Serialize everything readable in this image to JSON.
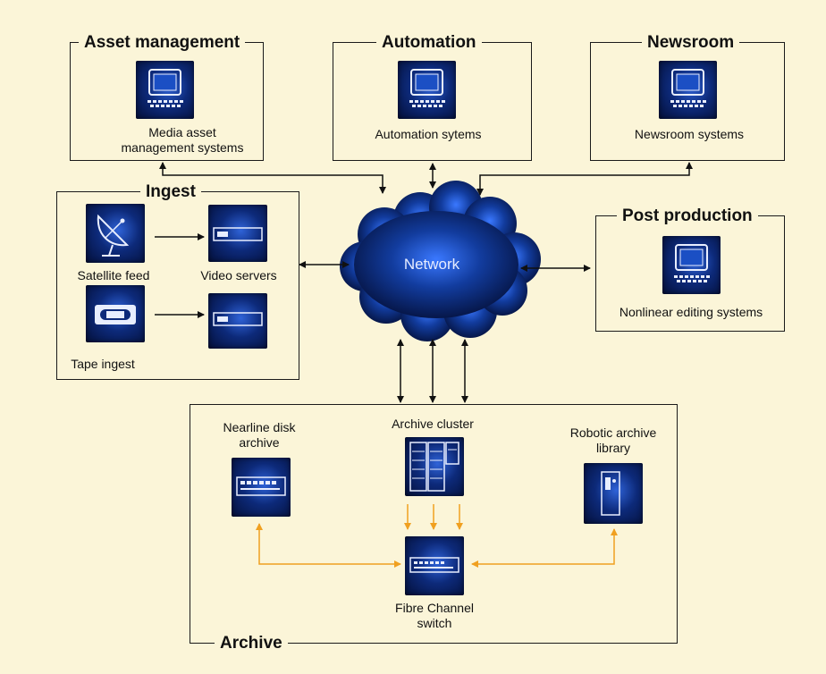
{
  "groups": {
    "asset_management": "Asset management",
    "automation": "Automation",
    "newsroom": "Newsroom",
    "ingest": "Ingest",
    "post_production": "Post production",
    "archive": "Archive"
  },
  "nodes": {
    "media_asset": [
      "Media asset",
      "management systems"
    ],
    "automation_systems": "Automation sytems",
    "newsroom_systems": "Newsroom systems",
    "satellite_feed": "Satellite feed",
    "video_servers": "Video servers",
    "tape_ingest": "Tape ingest",
    "network": "Network",
    "nonlinear_editing": "Nonlinear editing systems",
    "nearline_disk": [
      "Nearline disk",
      "archive"
    ],
    "archive_cluster": "Archive cluster",
    "robotic_archive": [
      "Robotic archive",
      "library"
    ],
    "fibre_channel": [
      "Fibre Channel",
      "switch"
    ]
  },
  "icons": {
    "workstation": "computer-workstation-icon",
    "satellite": "satellite-dish-icon",
    "tape": "videotape-icon",
    "server": "video-server-icon",
    "disk": "disk-array-icon",
    "cluster": "server-rack-icon",
    "robot": "tape-library-icon",
    "switch": "network-switch-icon"
  },
  "colors": {
    "background": "#fbf5d8",
    "connector_black": "#111111",
    "connector_orange": "#f0a020",
    "icon_blue": "#0d2a7a"
  }
}
